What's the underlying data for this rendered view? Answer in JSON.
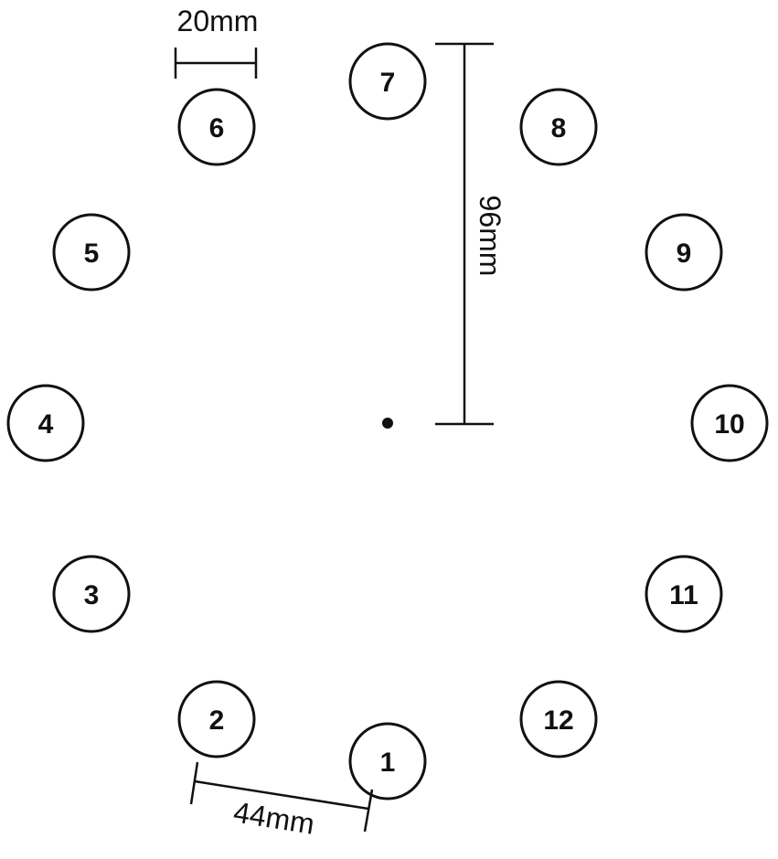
{
  "targets": [
    "1",
    "2",
    "3",
    "4",
    "5",
    "6",
    "7",
    "8",
    "9",
    "10",
    "11",
    "12"
  ],
  "dimensions": {
    "target_diameter": "20mm",
    "radius": "96mm",
    "target_spacing": "44mm"
  }
}
